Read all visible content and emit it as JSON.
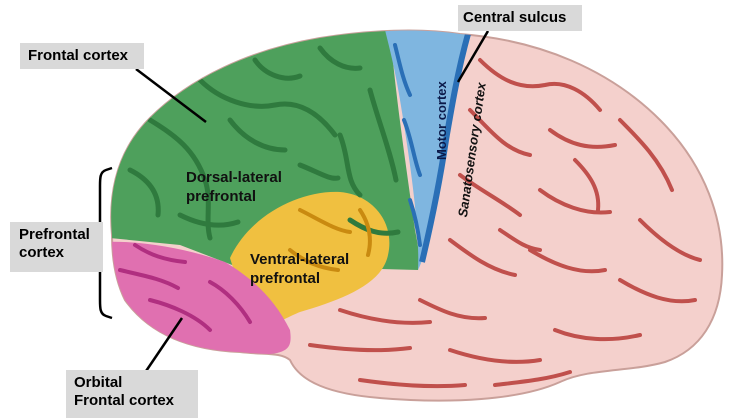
{
  "labels": {
    "frontal_cortex": "Frontal cortex",
    "central_sulcus": "Central sulcus",
    "prefrontal_line1": "Prefrontal",
    "prefrontal_line2": "cortex",
    "orbital_line1": "Orbital",
    "orbital_line2": "Frontal cortex"
  },
  "regions": {
    "dorsal_line1": "Dorsal-lateral",
    "dorsal_line2": "prefrontal",
    "ventral_line1": "Ventral-lateral",
    "ventral_line2": "prefrontal",
    "motor": "Motor cortex",
    "somatosensory": "Sanatosensory cortex"
  },
  "colors": {
    "frontal_green": "#4ea05c",
    "sulcus_green": "#2f7a3e",
    "motor_blue": "#7fb6e0",
    "motor_sulcus": "#2a6fb6",
    "ventral_orange": "#f0c040",
    "orbital_pink": "#e070b0",
    "brain_pink": "#f4d0cc",
    "brain_sulcus": "#c0504c",
    "label_bg": "#d9d9d9"
  }
}
